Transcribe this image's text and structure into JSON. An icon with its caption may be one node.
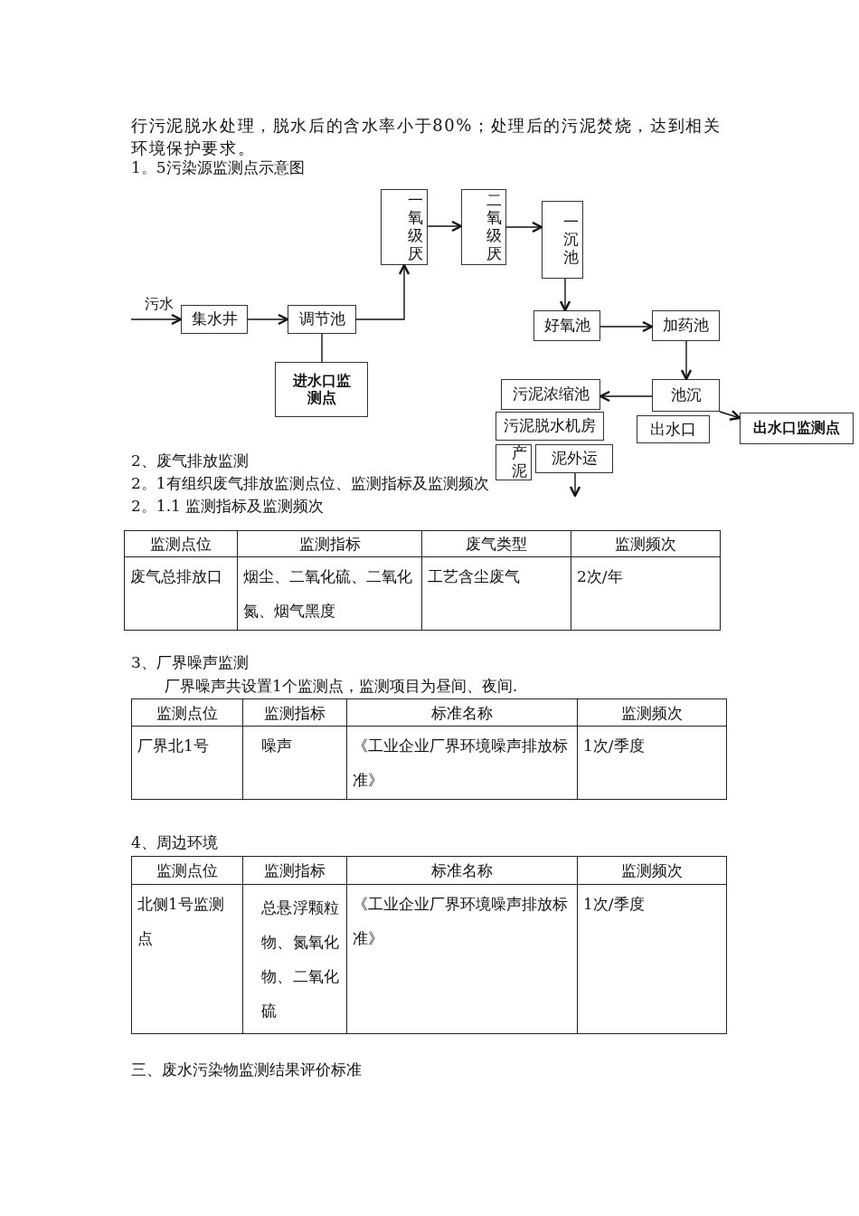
{
  "diagram": {
    "title": "1。5污染源监测点示意图",
    "nodes": [
      {
        "text": [
          "集水井"
        ]
      },
      {
        "text": [
          "调节池"
        ]
      },
      {
        "text": [
          "进水口监测点"
        ]
      },
      {
        "text": [
          "一氧级厌"
        ]
      },
      {
        "text": [
          "二氧级厌"
        ]
      },
      {
        "text": [
          "一沉池"
        ]
      },
      {
        "text": [
          "好氧池"
        ]
      },
      {
        "text": [
          "加药池"
        ]
      },
      {
        "text": [
          "污泥浓缩池"
        ]
      },
      {
        "text": [
          "池沉"
        ]
      },
      {
        "text": [
          "出水口"
        ]
      },
      {
        "text": [
          "出水口监测点"
        ]
      },
      {
        "text": [
          "污泥脱水机房"
        ]
      },
      {
        "text": [
          "泥外运"
        ]
      },
      {
        "text": [
          "产泥"
        ]
      }
    ],
    "edges": [
      {
        "from": null,
        "to": 0,
        "arrow": "to",
        "label": "污水"
      },
      {
        "from": 0,
        "to": 1,
        "arrow": "to"
      },
      {
        "from": 1,
        "to": 3,
        "arrow": "to"
      },
      {
        "from": 3,
        "to": 4,
        "arrow": "to"
      },
      {
        "from": 4,
        "to": 5,
        "arrow": "to"
      },
      {
        "from": 5,
        "to": 6,
        "arrow": "to"
      },
      {
        "from": 6,
        "to": 7,
        "arrow": "to"
      },
      {
        "from": 7,
        "to": 9,
        "arrow": "to"
      },
      {
        "from": 9,
        "to": 8,
        "arrow": "to"
      },
      {
        "from": 9,
        "to": 11,
        "arrow": "to"
      },
      {
        "from": 1,
        "to": 2,
        "arrow": "none"
      },
      {
        "from": 13,
        "to": null,
        "arrow": "to"
      }
    ],
    "labels": [
      "行污泥脱水处理，脱水后的含水率小于80%；处理后的污泥焚烧，达到相关环境保护要求。",
      "2、废气排放监测",
      "2。1有组织废气排放监测点位、监测指标及监测频次",
      "2。1.1 监测指标及监测频次",
      "监测点位",
      "监测指标",
      "废气类型",
      "监测频次",
      "废气总排放口",
      "烟尘、二氧化硫、二氧化氮、烟气黑度",
      "工艺含尘废气",
      "2次/年",
      "3、厂界噪声监测",
      "厂界噪声共设置1个监测点，监测项目为昼间、夜间.",
      "监测点位",
      "监测指标",
      "标准名称",
      "监测频次",
      "厂界北1号",
      "噪声",
      "《工业企业厂界环境噪声排放标准》",
      "1次/季度",
      "4、周边环境",
      "监测点位",
      "监测指标",
      "标准名称",
      "监测频次",
      "北侧1号监测点",
      "总悬浮颗粒物、氮氧化物、二氧化硫",
      "《工业企业厂界环境噪声排放标准》",
      "1次/季度",
      "三、废水污染物监测结果评价标准"
    ]
  }
}
